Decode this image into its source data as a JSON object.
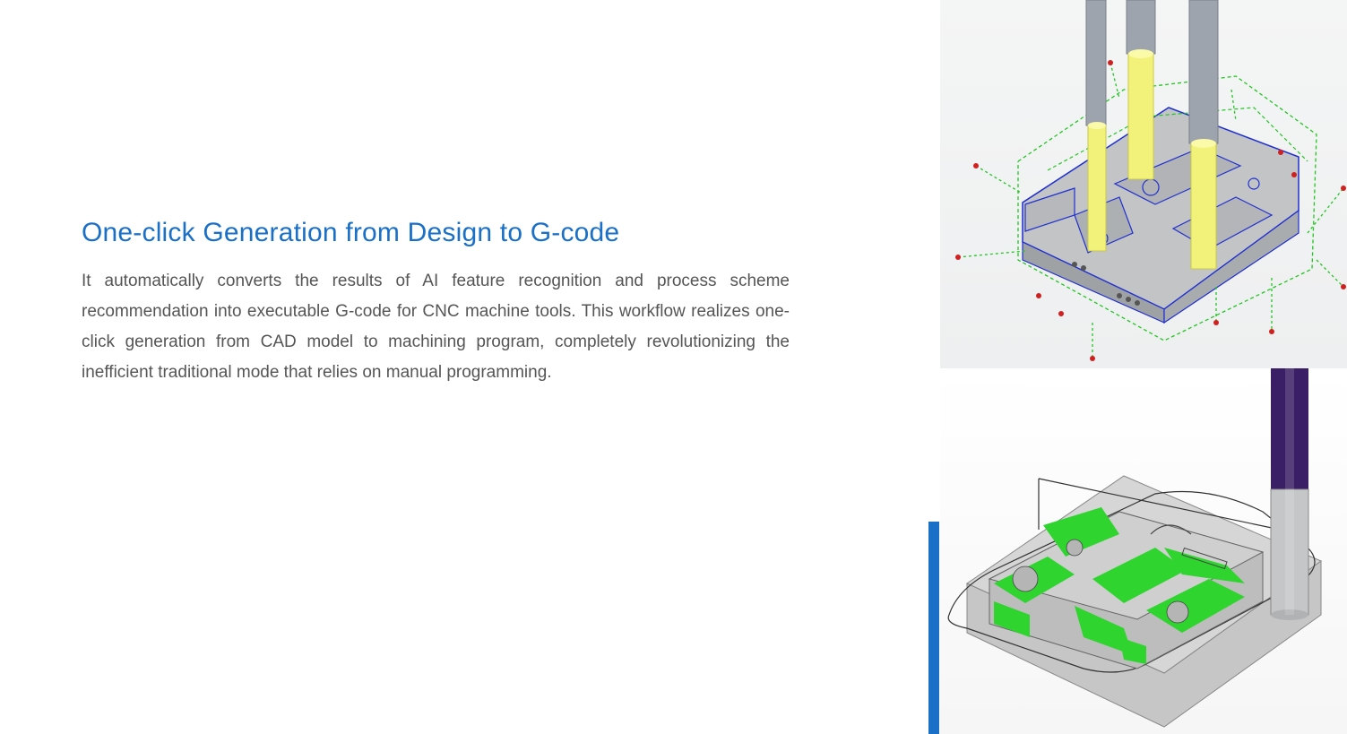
{
  "section": {
    "title": "One-click Generation from Design to G-code",
    "description": "It automatically converts the results of AI feature recognition and process scheme recommendation into executable G-code for CNC machine tools. This workflow realizes one-click generation from CAD model to machining program, completely revolutionizing the inefficient traditional mode that relies on manual programming."
  },
  "colors": {
    "title": "#1a6fc6",
    "body_text": "#555555",
    "accent_bar": "#1a6fc6",
    "part_gray": "#b8babc",
    "edge_blue": "#1f2fd0",
    "toolpath_green": "#22c522",
    "tool_yellow": "#f2f27a",
    "tool_purple": "#3a1e66",
    "machined_green": "#2fd42f"
  },
  "images": {
    "top": "cad-feature-recognition-render",
    "bottom": "toolpath-simulation-render"
  }
}
